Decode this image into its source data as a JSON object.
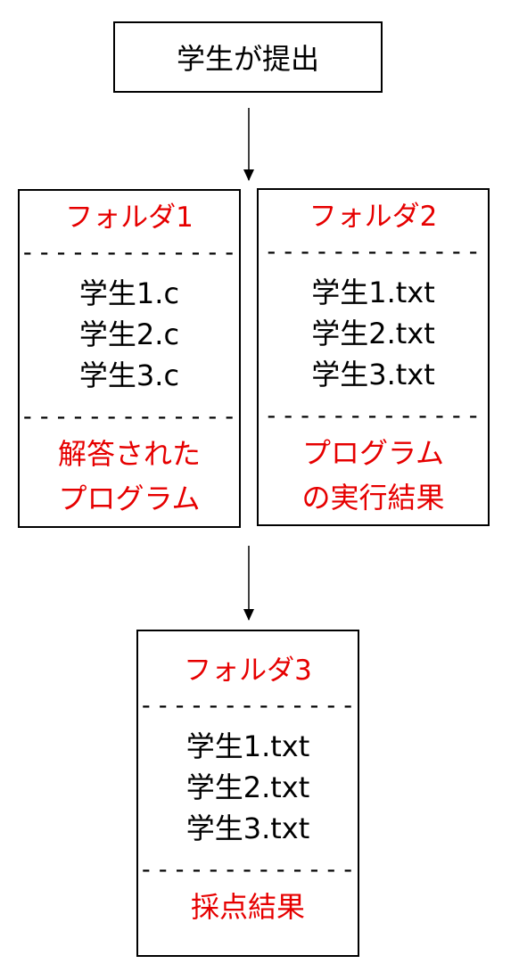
{
  "top": {
    "label": "学生が提出"
  },
  "separator": "-------------",
  "folders": [
    {
      "title": "フォルダ1",
      "files": [
        "学生1.c",
        "学生2.c",
        "学生3.c"
      ],
      "desc": [
        "解答された",
        "プログラム"
      ]
    },
    {
      "title": "フォルダ2",
      "files": [
        "学生1.txt",
        "学生2.txt",
        "学生3.txt"
      ],
      "desc": [
        "プログラム",
        "の実行結果"
      ]
    },
    {
      "title": "フォルダ3",
      "files": [
        "学生1.txt",
        "学生2.txt",
        "学生3.txt"
      ],
      "desc": [
        "採点結果"
      ]
    }
  ]
}
